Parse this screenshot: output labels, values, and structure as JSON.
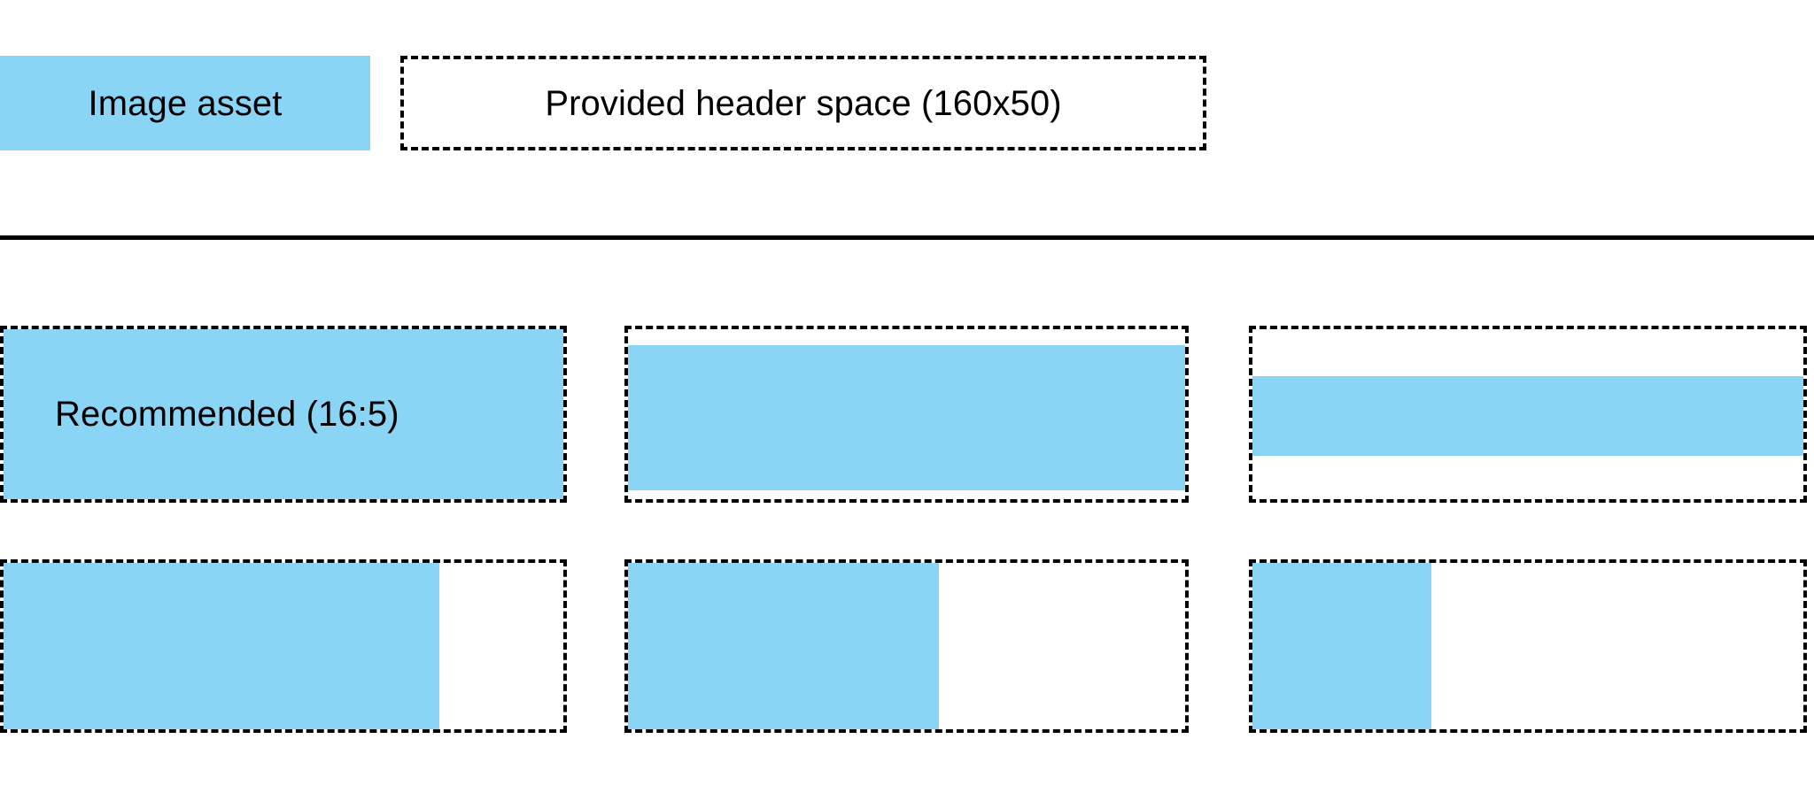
{
  "page": {
    "background": "#ffffff",
    "accent_blue": "#8AD5F5",
    "outline_color": "#000000"
  },
  "legend": {
    "asset_swatch": {
      "label": "Image asset",
      "fill": "#8AD5F5"
    },
    "header_space": {
      "label": "Provided header space (160x50)",
      "border_style": "dashed",
      "dimensions": "160x50"
    }
  },
  "divider": {
    "style": "solid",
    "color": "#000000"
  },
  "samples": {
    "rows": [
      {
        "row_name": "aspect-ratio-row",
        "cells": [
          {
            "name": "recommended-sample",
            "label": "Recommended (16:5)",
            "ratio": "16:5",
            "fill_mode": "full",
            "fill_width_pct": 100,
            "fill_height_pct": 100
          },
          {
            "name": "taller-band-sample",
            "label": "",
            "fill_mode": "band",
            "fill_width_pct": 100,
            "fill_height_pct": 80
          },
          {
            "name": "shorter-band-sample",
            "label": "",
            "fill_mode": "band",
            "fill_width_pct": 100,
            "fill_height_pct": 45
          }
        ]
      },
      {
        "row_name": "width-fill-row",
        "cells": [
          {
            "name": "wide-left-fill-sample",
            "label": "",
            "fill_mode": "left",
            "fill_width_pct": 77,
            "fill_height_pct": 100
          },
          {
            "name": "medium-left-fill-sample",
            "label": "",
            "fill_mode": "left",
            "fill_width_pct": 55,
            "fill_height_pct": 100
          },
          {
            "name": "narrow-left-fill-sample",
            "label": "",
            "fill_mode": "left",
            "fill_width_pct": 32,
            "fill_height_pct": 100
          }
        ]
      }
    ]
  }
}
